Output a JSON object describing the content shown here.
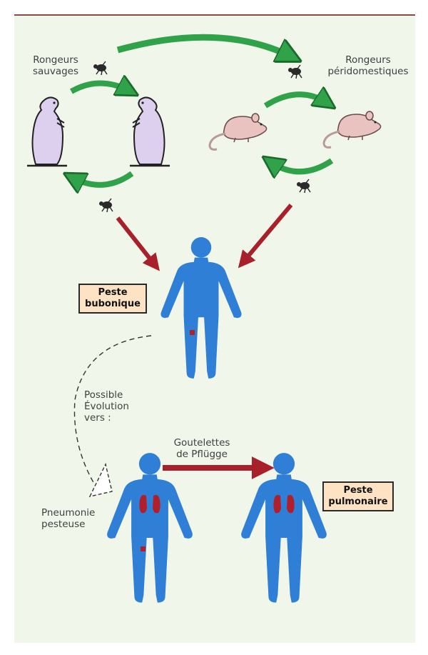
{
  "labels": {
    "wild_rodents": [
      "Rongeurs",
      "sauvages"
    ],
    "peri_rodents": [
      "Rongeurs",
      "péridomestiques"
    ],
    "possible_evolution": [
      "Possible",
      "Évolution",
      "vers :"
    ],
    "droplets": [
      "Goutelettes",
      "de Pflügge"
    ],
    "pneumonia": [
      "Pneumonie",
      "pesteuse"
    ]
  },
  "boxes": {
    "bubonic": [
      "Peste",
      "bubonique"
    ],
    "pulmonary": [
      "Peste",
      "pulmonaire"
    ]
  },
  "colors": {
    "background": "#f1f6ea",
    "human": "#2f7fd6",
    "green_arrow": "#2fa24a",
    "red_arrow": "#a8202a",
    "marmot": "#dcd0ee",
    "rat": "#e8c3bf",
    "lung": "#b0202a",
    "box_fill": "#fde3c4"
  },
  "icons": [
    "flea-icon",
    "marmot-icon",
    "rat-icon",
    "human-figure-icon"
  ]
}
